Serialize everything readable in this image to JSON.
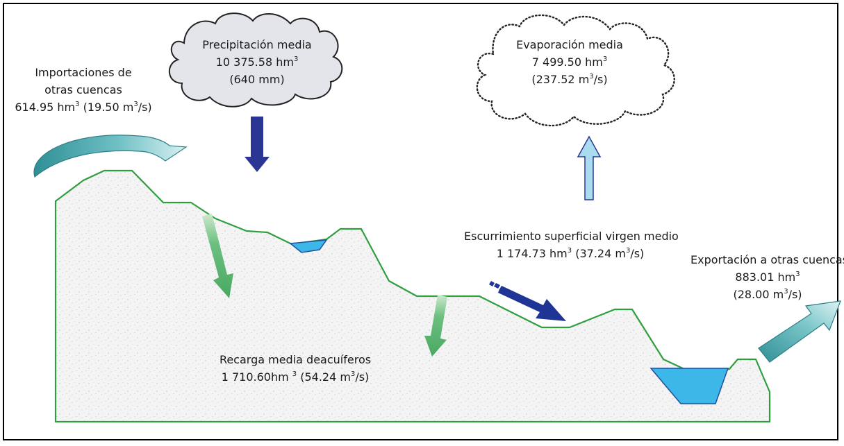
{
  "precipitation": {
    "title": "Precipitación media",
    "value": "10 375.58 hm",
    "value_sup": "3",
    "depth": "(640 mm)"
  },
  "evaporation": {
    "title": "Evaporación media",
    "value": "7 499.50 hm",
    "value_sup": "3",
    "flow_open": "(237.52 m",
    "flow_sup": "3",
    "flow_close": "/s)"
  },
  "imports": {
    "line1": "Importaciones de",
    "line2": "otras cuencas",
    "value": "614.95 hm",
    "value_sup": "3",
    "flow_open": " (19.50 m",
    "flow_sup": "3",
    "flow_close": "/s)"
  },
  "runoff": {
    "title": "Escurrimiento superficial virgen medio",
    "value": "1 174.73 hm",
    "value_sup": "3",
    "flow_open": " (37.24 m",
    "flow_sup": "3",
    "flow_close": "/s)"
  },
  "exports": {
    "title": "Exportación a otras cuencas",
    "value": "883.01 hm",
    "value_sup": "3",
    "flow_open": "(28.00 m",
    "flow_sup": "3",
    "flow_close": "/s)"
  },
  "recharge": {
    "title": "Recarga media deacuíferos",
    "value": "1 710.60hm ",
    "value_sup": "3",
    "flow_open": " (54.24 m",
    "flow_sup": "3",
    "flow_close": "/s)"
  },
  "colors": {
    "terrain_outline": "#2e9e3e",
    "terrain_fill": "#f3f3f3",
    "water": "#3db7e8",
    "precip_arrow": "#2b3694",
    "evap_arrow": "#a9dcef",
    "recharge_arrow": "#5cb874",
    "runoff_arrow": "#1f3596",
    "import_export_arrow": "#4aa8ad"
  }
}
